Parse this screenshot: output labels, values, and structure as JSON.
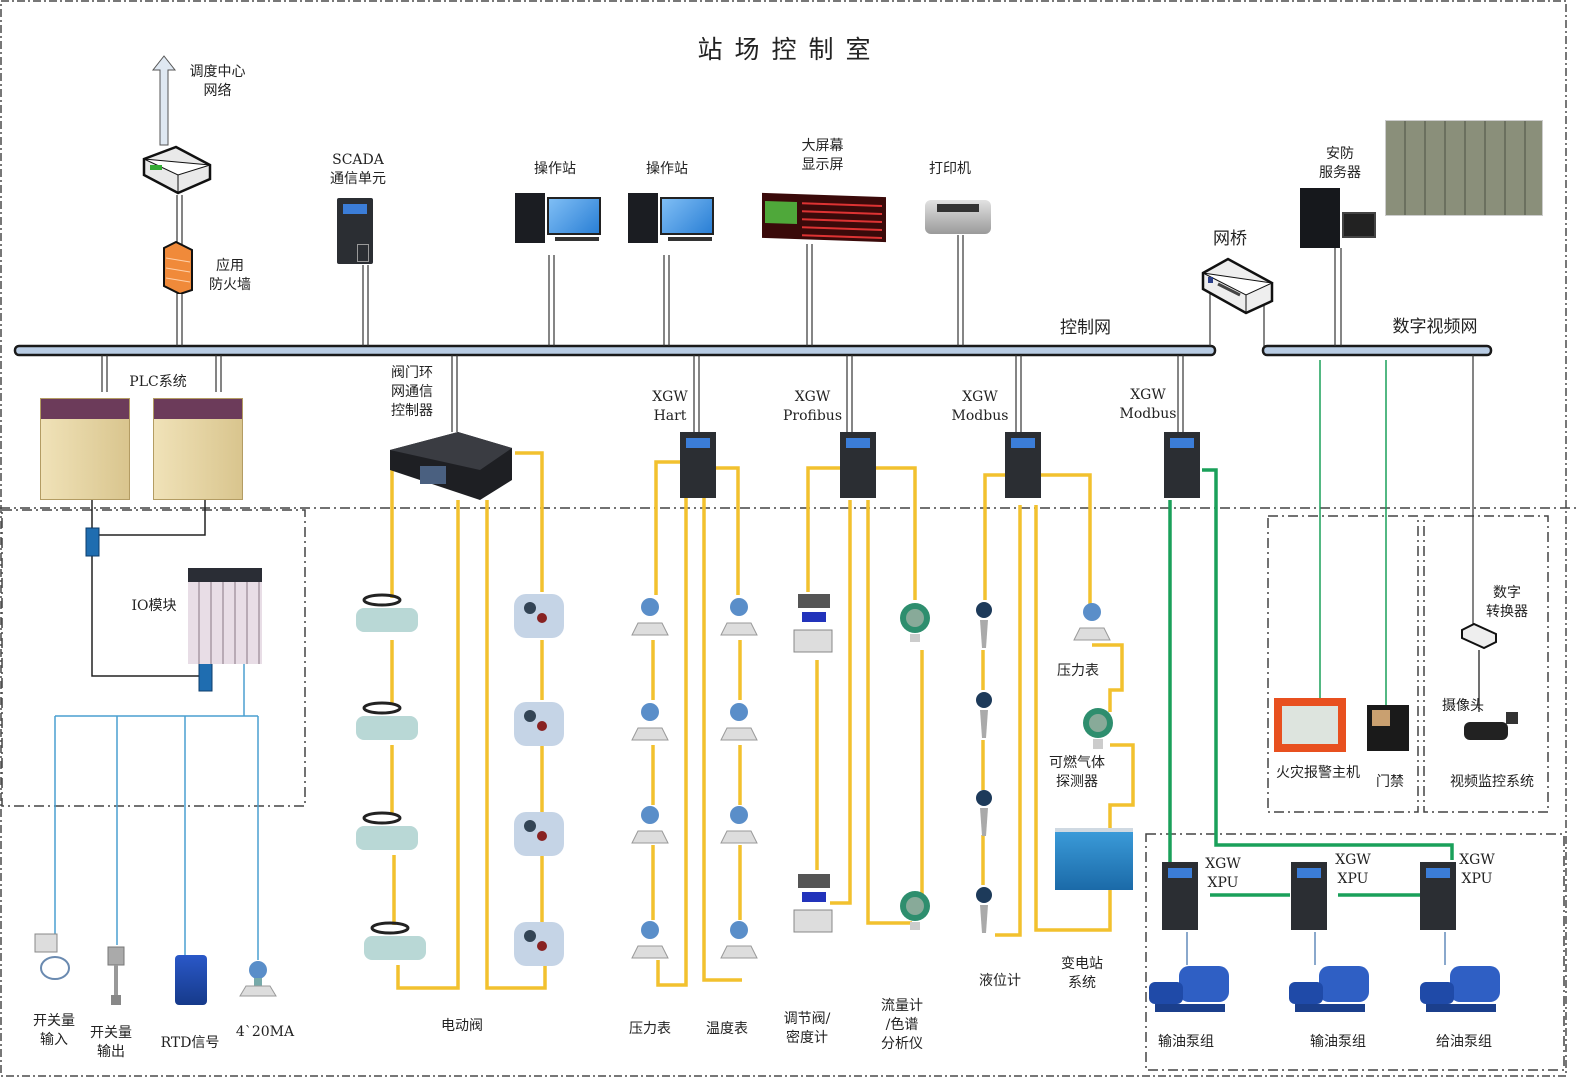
{
  "title": "站场控制室",
  "networks": {
    "control_net": "控制网",
    "video_net": "数字视频网",
    "dispatch": "调度中心\n网络"
  },
  "top_devices": {
    "firewall": "应用\n防火墙",
    "scada": "SCADA\n通信单元",
    "op_station_1": "操作站",
    "op_station_2": "操作站",
    "big_screen": "大屏幕\n显示屏",
    "printer": "打印机",
    "bridge": "网桥",
    "security_server": "安防\n服务器"
  },
  "mid_devices": {
    "plc": "PLC系统",
    "valve_ring_controller": "阀门环\n网通信\n控制器",
    "xgw_hart": "XGW\nHart",
    "xgw_profibus": "XGW\nProfibus",
    "xgw_modbus_1": "XGW\nModbus",
    "xgw_modbus_2": "XGW\nModbus"
  },
  "io": {
    "io_module": "IO模块",
    "switch_in": "开关量\n输入",
    "switch_out": "开关量\n输出",
    "rtd": "RTD信号",
    "analog": "4`20MA"
  },
  "field": {
    "electric_valve": "电动阀",
    "pressure_gauge": "压力表",
    "temperature_gauge": "温度表",
    "control_valve": "调节阀/\n密度计",
    "flowmeter": "流量计\n/色谱\n分析仪",
    "level_meter": "液位计",
    "pressure_gauge_2": "压力表",
    "gas_detector": "可燃气体\n探测器",
    "substation": "变电站\n系统"
  },
  "security": {
    "fire_alarm": "火灾报警主机",
    "access_control": "门禁",
    "digital_converter": "数字\n转换器",
    "camera": "摄像头",
    "video_system": "视频监控系统"
  },
  "pumps": {
    "xpu_1": "XGW\nXPU",
    "xpu_2": "XGW\nXPU",
    "xpu_3": "XGW\nXPU",
    "pump_1": "输油泵组",
    "pump_2": "输油泵组",
    "pump_3": "给油泵组"
  },
  "colors": {
    "bus_fill": "#b8cce4",
    "bus_stroke": "#1a1a1a",
    "yellow_link": "#f2c12e",
    "green_link": "#1aa05a",
    "blue_link": "#4a9fd0",
    "dash_border": "#444444"
  }
}
